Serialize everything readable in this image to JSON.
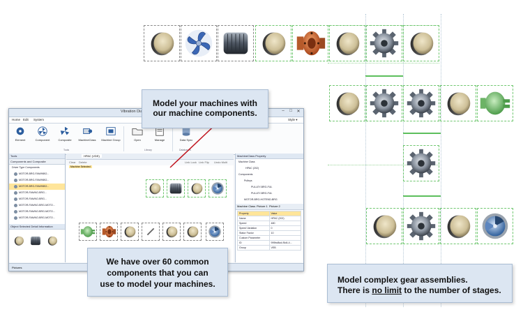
{
  "callouts": {
    "components": {
      "line1": "Model your machines with",
      "line2": "our machine components."
    },
    "library": {
      "line1": "We have over 60 common",
      "line2": "components that you can",
      "line3": "use to model your machines."
    },
    "gears": {
      "line1": "Model complex gear assemblies.",
      "line2_prefix": "There is ",
      "line2_emph": "no limit",
      "line2_suffix": " to the number of stages."
    }
  },
  "window": {
    "title": "Vibration Diagnosi",
    "controls": {
      "minimize": "–",
      "maximize": "□",
      "close": "✕"
    },
    "menu": [
      "Home",
      "Edit",
      "System"
    ],
    "menu_right": "Style ▾",
    "ribbon": {
      "buttons": [
        "Element",
        "Component",
        "Composite",
        "MachineClass",
        "Machine Group",
        "Open",
        "Manage",
        "Data Sync"
      ],
      "groups": [
        "Tools",
        "Library",
        "Databases"
      ]
    },
    "left_panel": {
      "header": "Tools",
      "subheader": "Components and Composite",
      "group": "Driver Type Components",
      "items": [
        "MOTOR-BRG-FAN/INBO...",
        "MOTOR-BRG-FAN/INBO...",
        "MOTOR-BRG-FAN/INBO...",
        "MOTOR-FAN/NO-BRG...",
        "MOTOR-FAN/NO-BRG...",
        "MOTOR-FAN/NO-BRG-MOTO...",
        "MOTOR-FAN/NO-BRG-MOTO...",
        "MOTOR-FAN/NO-BRG-MOTO..."
      ],
      "selected_index": 2,
      "detail_header": "Object Selected Detail Information"
    },
    "center": {
      "tab": "HPAC (VDE)",
      "toolbar": [
        "Clear",
        "Delete",
        "Link Lock",
        "Link Flip",
        "Undo Multi"
      ],
      "label": "Machine Selected"
    },
    "right_panel": {
      "header": "MachineClass Property",
      "tree": [
        "Machine Class",
        "HPAC (202)",
        "Components",
        "Pulleys",
        "PULLEY-BRG-FUL",
        "PULLEY-BRG-FUL",
        "MOTOR-BRG-HOTEND-BRG"
      ],
      "tabs": [
        "Machine Class",
        "Picture 1",
        "Picture 2"
      ],
      "table_headers": [
        "Property",
        "Value"
      ],
      "rows": [
        [
          "Name",
          "HPAC (202)"
        ],
        [
          "Speed",
          "480"
        ],
        [
          "Speed Variation",
          "0"
        ],
        [
          "Stator Factor",
          "10"
        ],
        [
          "Custom Parameter",
          ""
        ],
        [
          "ID",
          "999bd8cd-f5d4-4..."
        ],
        [
          "Group",
          "VEB"
        ]
      ]
    },
    "status": "Pictures"
  },
  "colors": {
    "callout_bg": "#dce6f2",
    "callout_border": "#a9bcd3",
    "guide_green": "#6fc76f",
    "selection": "#ffe59a",
    "annotation_line": "#c0141e"
  },
  "icons": {
    "top_row": [
      "coupling-icon",
      "fan-icon",
      "motor-icon",
      "coupling-icon",
      "flange-coupling-icon",
      "coupling-icon",
      "gear-icon",
      "coupling-icon"
    ],
    "row2": [
      "coupling-icon",
      "gear-icon",
      "gear-icon",
      "coupling-icon",
      "pump-icon"
    ],
    "row3": [
      "gear-icon"
    ],
    "row4": [
      "coupling-icon",
      "gear-icon",
      "coupling-icon",
      "turbine-icon"
    ]
  }
}
